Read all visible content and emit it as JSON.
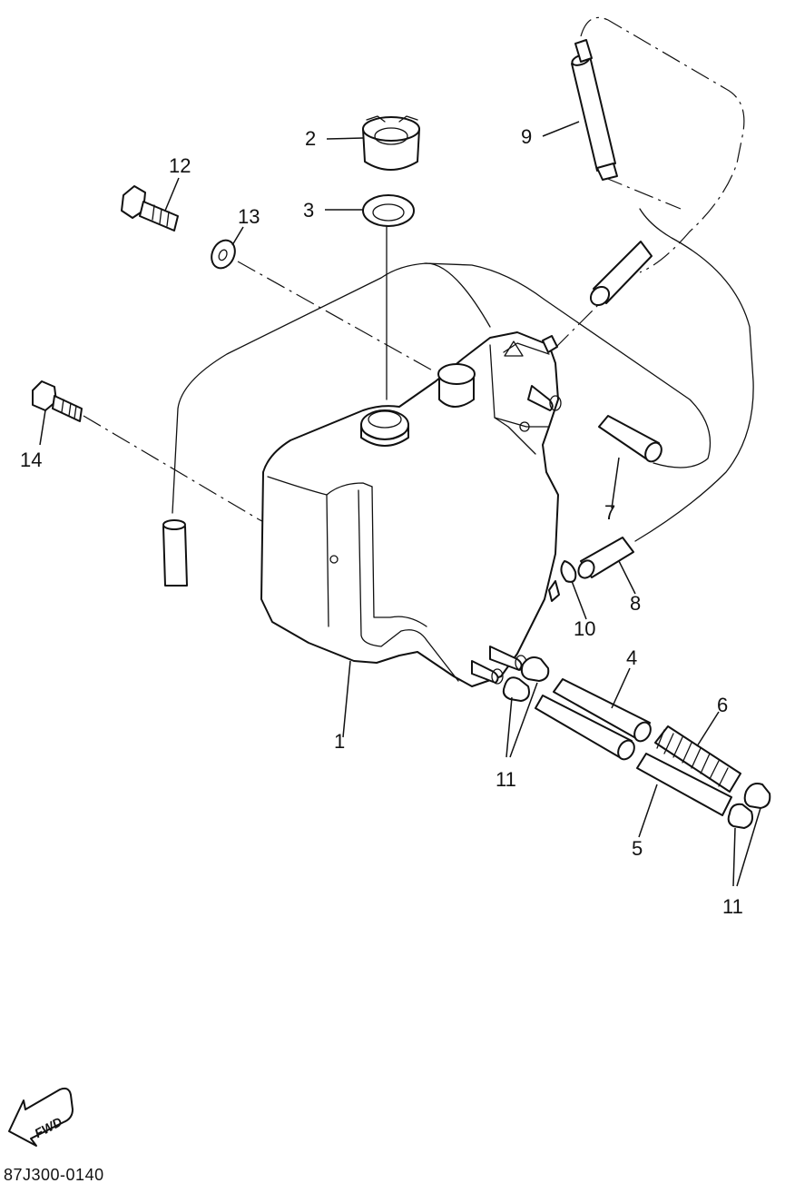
{
  "labels": {
    "p1": "1",
    "p2": "2",
    "p3": "3",
    "p4": "4",
    "p5": "5",
    "p6": "6",
    "p7": "7",
    "p8": "8",
    "p9": "9",
    "p10": "10",
    "p11a": "11",
    "p11b": "11",
    "p12": "12",
    "p13": "13",
    "p14": "14"
  },
  "fwd_label": "FWD",
  "ref_code": "87J300-0140"
}
